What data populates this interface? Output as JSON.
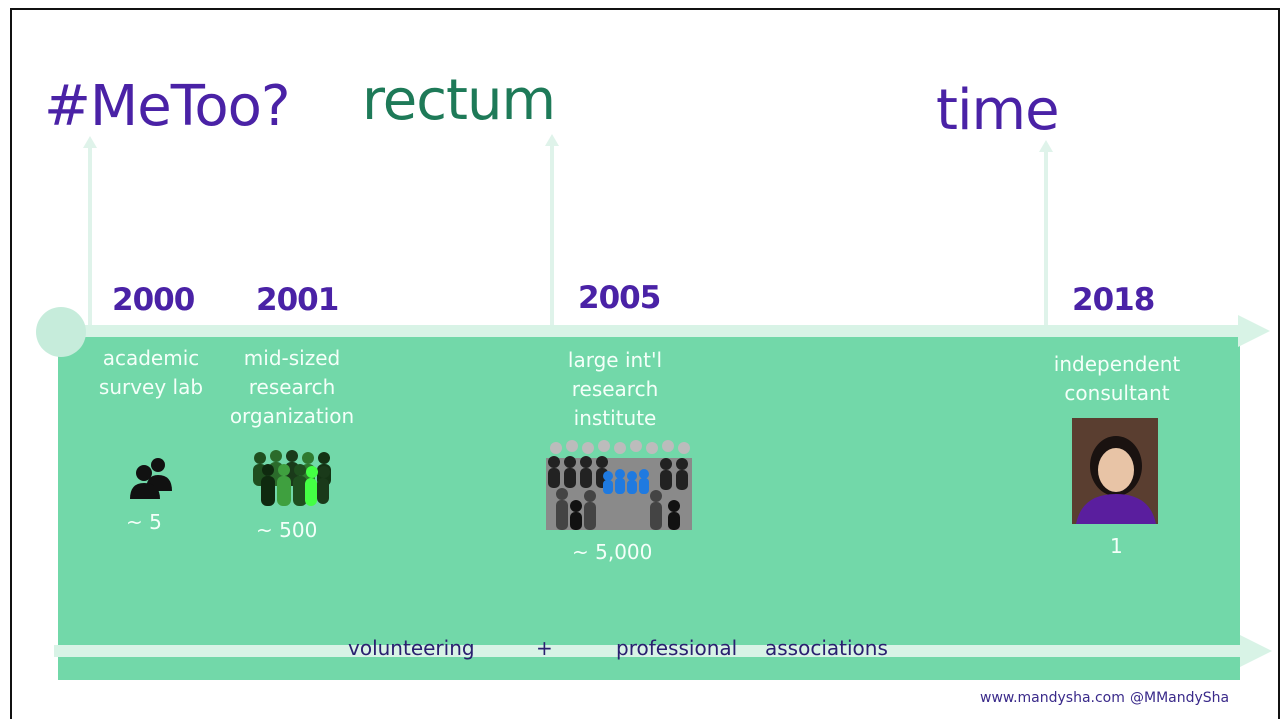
{
  "headings": {
    "metoo": "#MeToo?",
    "rectum": "rectum",
    "time": "time"
  },
  "timeline": [
    {
      "year": "2000",
      "label": "academic survey lab",
      "count": "~ 5"
    },
    {
      "year": "2001",
      "label": "mid-sized research organization",
      "count": "~ 500"
    },
    {
      "year": "2005",
      "label": "large int'l research institute",
      "count": "~ 5,000"
    },
    {
      "year": "2018",
      "label": "independent consultant",
      "count": "1"
    }
  ],
  "bottom": {
    "volunteering": "volunteering",
    "plus": "+",
    "professional": "professional",
    "associations": "associations"
  },
  "footer": {
    "website": "www.mandysha.com",
    "handle": "@MMandySha"
  },
  "colors": {
    "purple": "#4a22a6",
    "green_heading": "#1e7a58",
    "band": "#72d8a9",
    "arrow": "#d8f3e6"
  }
}
